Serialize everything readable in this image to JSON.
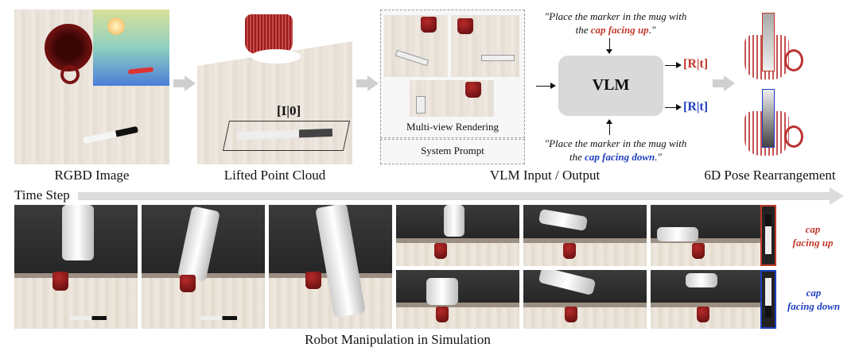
{
  "captions": {
    "rgbd": "RGBD Image",
    "lifted": "Lifted Point Cloud",
    "vlm_io": "VLM Input / Output",
    "pose": "6D Pose Rearrangement",
    "time_step": "Time Step",
    "robot": "Robot Manipulation in Simulation"
  },
  "lifted_label": "[I|0]",
  "vlm": {
    "multi_view": "Multi-view Rendering",
    "system_prompt": "System Prompt",
    "box_label": "VLM",
    "prompt_top_1": "\"Place the marker in the mug with",
    "prompt_top_2a": "the ",
    "prompt_top_highlight": "cap facing up",
    "prompt_top_2b": ".\"",
    "prompt_bottom_1": "\"Place the marker in the mug with",
    "prompt_bottom_2a": "the ",
    "prompt_bottom_highlight": "cap facing down",
    "prompt_bottom_2b": ".\"",
    "output_top": "[R|t]",
    "output_bottom": "[R|t]"
  },
  "sim_labels": {
    "up_1": "cap",
    "up_2": "facing up",
    "down_1": "cap",
    "down_2": "facing down"
  },
  "colors": {
    "red": "#c0392b",
    "blue": "#1f3fbf",
    "arrow_grey": "#cfcfcf"
  }
}
